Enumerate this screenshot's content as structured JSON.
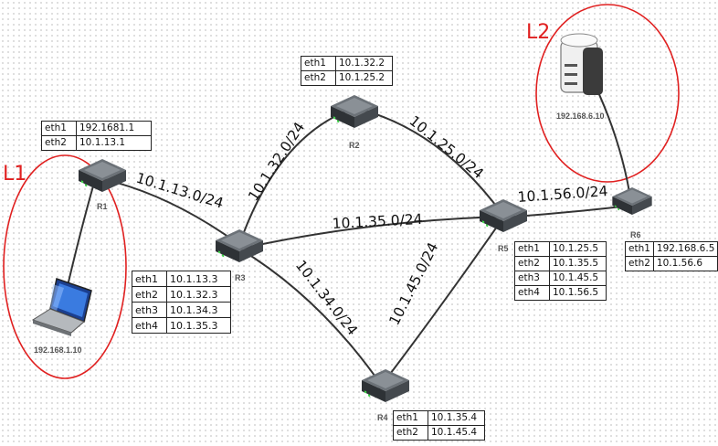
{
  "zones": [
    {
      "id": "l1",
      "label": "L1"
    },
    {
      "id": "l2",
      "label": "L2"
    }
  ],
  "routers": {
    "r1": {
      "label": "R1",
      "interfaces": [
        {
          "if": "eth1",
          "ip": "192.1681.1"
        },
        {
          "if": "eth2",
          "ip": "10.1.13.1"
        }
      ]
    },
    "r2": {
      "label": "R2",
      "interfaces": [
        {
          "if": "eth1",
          "ip": "10.1.32.2"
        },
        {
          "if": "eth2",
          "ip": "10.1.25.2"
        }
      ]
    },
    "r3": {
      "label": "R3",
      "interfaces": [
        {
          "if": "eth1",
          "ip": "10.1.13.3"
        },
        {
          "if": "eth2",
          "ip": "10.1.32.3"
        },
        {
          "if": "eth3",
          "ip": "10.1.34.3"
        },
        {
          "if": "eth4",
          "ip": "10.1.35.3"
        }
      ]
    },
    "r4": {
      "label": "R4",
      "interfaces": [
        {
          "if": "eth1",
          "ip": "10.1.35.4"
        },
        {
          "if": "eth2",
          "ip": "10.1.45.4"
        }
      ]
    },
    "r5": {
      "label": "R5",
      "interfaces": [
        {
          "if": "eth1",
          "ip": "10.1.25.5"
        },
        {
          "if": "eth2",
          "ip": "10.1.35.5"
        },
        {
          "if": "eth3",
          "ip": "10.1.45.5"
        },
        {
          "if": "eth4",
          "ip": "10.1.56.5"
        }
      ]
    },
    "r6": {
      "label": "R6",
      "interfaces": [
        {
          "if": "eth1",
          "ip": "192.168.6.5"
        },
        {
          "if": "eth2",
          "ip": "10.1.56.6"
        }
      ]
    }
  },
  "hosts": {
    "laptop": {
      "label": "192.168.1.10",
      "icon": "laptop-icon"
    },
    "server": {
      "label": "192.168.6.10",
      "icon": "server-icon"
    }
  },
  "links": {
    "r1_r3": "10.1.13.0/24",
    "r3_r2": "10.1.32.0/24",
    "r2_r5": "10.1.25.0/24",
    "r3_r5": "10.1.35.0/24",
    "r3_r4": "10.1.34.0/24",
    "r4_r5": "10.1.45.0/24",
    "r5_r6": "10.1.56.0/24"
  },
  "colors": {
    "zone": "#e02020",
    "link": "#333333",
    "router": "#4a4f55"
  }
}
